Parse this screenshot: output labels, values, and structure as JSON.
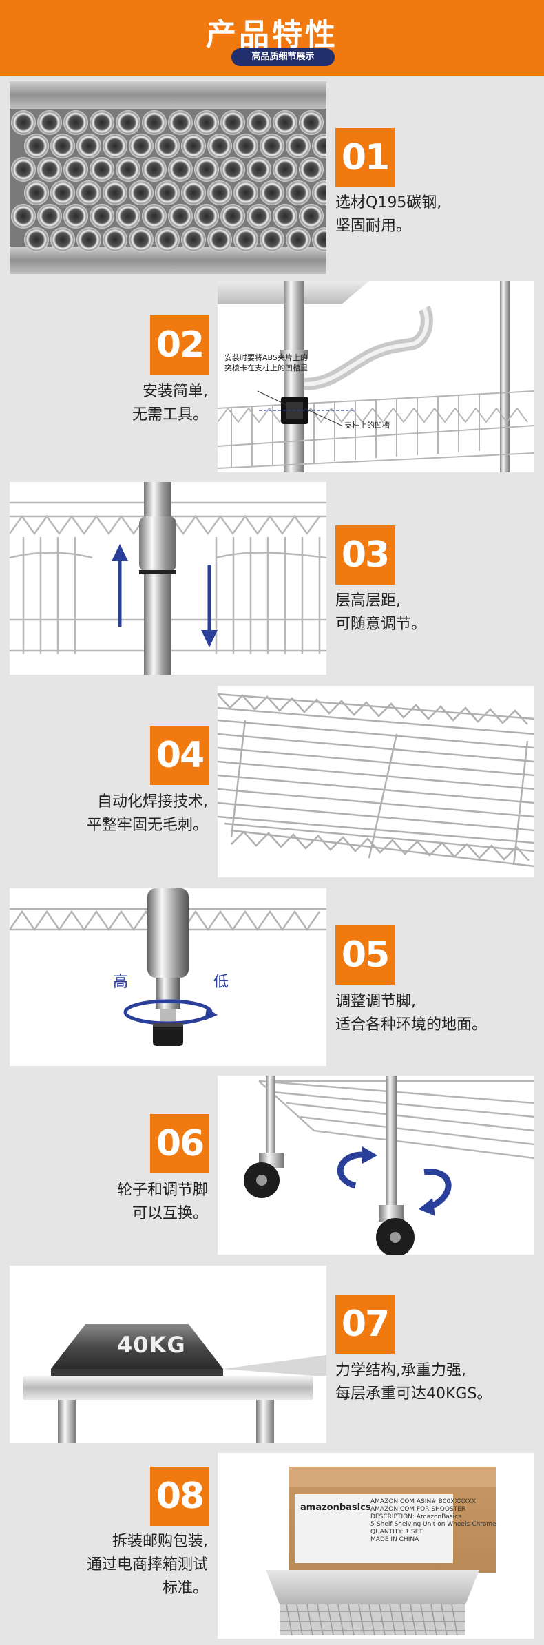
{
  "header": {
    "title": "产品特性",
    "subtitle": "高品质细节展示"
  },
  "features": [
    {
      "number": "01",
      "text": "选材Q195碳钢,\n坚固耐用。"
    },
    {
      "number": "02",
      "text": "安装简单,\n无需工具。",
      "note_left": "安装时要将ABS夹片上的\n突棱卡在支柱上的凹槽里",
      "note_right": "支柱上的凹槽"
    },
    {
      "number": "03",
      "text": "层高层距,\n可随意调节。"
    },
    {
      "number": "04",
      "text": "自动化焊接技术,\n平整牢固无毛刺。"
    },
    {
      "number": "05",
      "text": "调整调节脚,\n适合各种环境的地面。",
      "label_high": "高",
      "label_low": "低"
    },
    {
      "number": "06",
      "text": "轮子和调节脚\n可以互换。"
    },
    {
      "number": "07",
      "text": "力学结构,承重力强,\n每层承重可达40KGS。",
      "weight_label": "40KG"
    },
    {
      "number": "08",
      "text": "拆装邮购包装,\n通过电商摔箱测试\n标准。",
      "box_brand": "amazonbasics",
      "box_lines": "AMAZON.COM ASIN# B00XXXXXX\nAMAZON.COM FOR SHOOSTER\nDESCRIPTION: AmazonBasics\n5-Shelf Shelving Unit on Wheels-Chrome\nQUANTITY: 1 SET\nMADE IN CHINA"
    }
  ],
  "colors": {
    "accent": "#f07a0f",
    "navy": "#222f6e",
    "arrow_blue": "#2a3f9a",
    "background": "#e5e5e5"
  }
}
